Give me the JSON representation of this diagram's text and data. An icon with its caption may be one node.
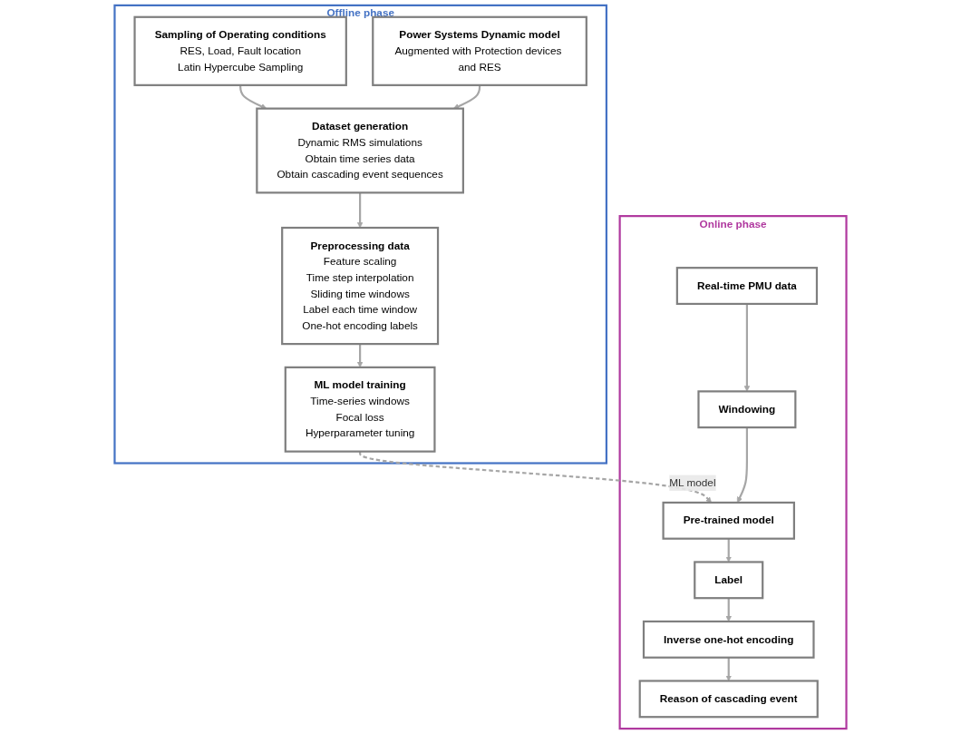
{
  "diagram": {
    "nodes": [
      {
        "text": [
          "Offline phase"
        ]
      },
      {
        "text": [
          "Sampling of Operating conditions",
          "RES, Load, Fault location",
          "Latin Hypercube Sampling"
        ],
        "in": 0
      },
      {
        "text": [
          "Power Systems Dynamic model",
          "Augmented with Protection devices and RES"
        ],
        "in": 0
      },
      {
        "text": [
          "Dataset generation",
          "Dynamic RMS simulations",
          "Obtain time series data",
          "Obtain cascading event sequences"
        ],
        "in": 0
      },
      {
        "text": [
          "Preprocessing data",
          "Feature scaling",
          "Time step interpolation",
          "Sliding time windows",
          "Label each time window",
          "One-hot encoding labels"
        ],
        "in": 0
      },
      {
        "text": [
          "ML model training",
          "Time-series windows",
          "Focal loss",
          "Hyperparameter tuning"
        ],
        "in": 0
      },
      {
        "text": [
          "Online phase"
        ]
      },
      {
        "text": [
          "Real-time PMU data"
        ],
        "in": 6
      },
      {
        "text": [
          "Windowing"
        ],
        "in": 6
      },
      {
        "text": [
          "Pre-trained model"
        ],
        "in": 6
      },
      {
        "text": [
          "Label"
        ],
        "in": 6
      },
      {
        "text": [
          "Inverse one-hot encoding"
        ],
        "in": 6
      },
      {
        "text": [
          "Reason of cascading event"
        ],
        "in": 6
      }
    ],
    "edges": [
      {
        "from": 1,
        "to": 3,
        "arrow": "to"
      },
      {
        "from": 2,
        "to": 3,
        "arrow": "to"
      },
      {
        "from": 3,
        "to": 4,
        "arrow": "to"
      },
      {
        "from": 4,
        "to": 5,
        "arrow": "to"
      },
      {
        "from": 5,
        "to": 9,
        "arrow": "to",
        "label": "ML model",
        "style": "dashed"
      },
      {
        "from": 7,
        "to": 8,
        "arrow": "to"
      },
      {
        "from": 8,
        "to": 9,
        "arrow": "to"
      },
      {
        "from": 9,
        "to": 10,
        "arrow": "to"
      },
      {
        "from": 10,
        "to": 11,
        "arrow": "to"
      },
      {
        "from": 11,
        "to": 12,
        "arrow": "to"
      }
    ]
  }
}
